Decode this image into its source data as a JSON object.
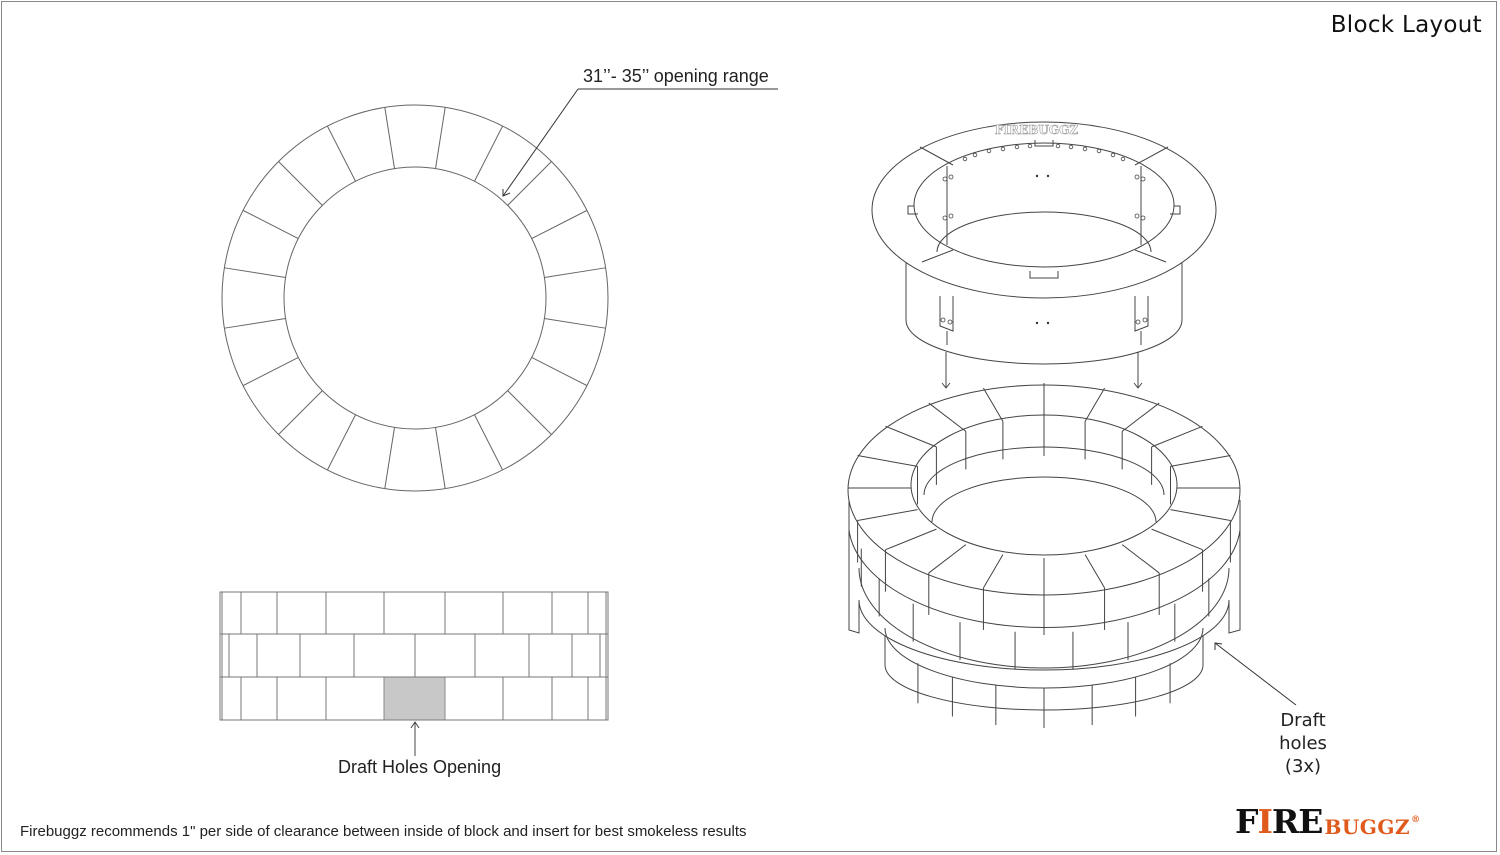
{
  "page": {
    "title": "Block Layout"
  },
  "annotations": {
    "opening_range": "31’’- 35’’ opening range",
    "draft_holes_opening": "Draft Holes Opening",
    "draft_holes_line1": "Draft holes",
    "draft_holes_line2": "(3x)"
  },
  "footer": {
    "note": "Firebuggz recommends 1\" per side of clearance between inside of block and insert for best smokeless results"
  },
  "logo": {
    "part1": "F",
    "part_i": "I",
    "part2": "RE",
    "part3": "BUGGZ",
    "registered": "®",
    "insert_engraving": "FIREBUGGZ"
  },
  "colors": {
    "line": "#555555",
    "draft_fill": "#c8c8c8",
    "brand_orange": "#e05a1c",
    "brand_black": "#111111",
    "frame": "#8a8a8a"
  },
  "diagram": {
    "top_view_blocks": 20,
    "wall_rows": 3,
    "draft_hole_count": 3
  }
}
